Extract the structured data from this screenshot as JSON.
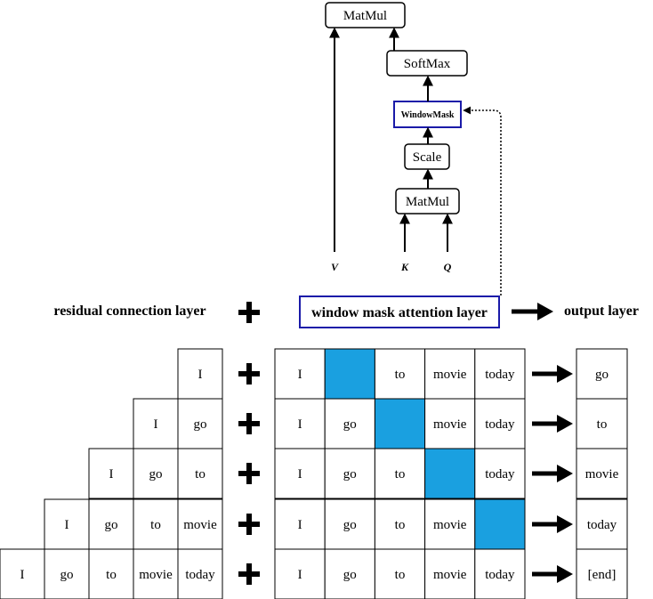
{
  "attention_block": {
    "top_matmul": "MatMul",
    "softmax": "SoftMax",
    "window_mask": "WindowMask",
    "scale": "Scale",
    "bottom_matmul": "MatMul",
    "v_label": "V",
    "k_label": "K",
    "q_label": "Q"
  },
  "header": {
    "residual_label": "residual connection layer",
    "attention_label": "window mask attention layer",
    "output_label": "output layer"
  },
  "rows": [
    {
      "residual": [
        "I"
      ],
      "attention": [
        "I",
        "",
        "to",
        "movie",
        "today"
      ],
      "mask_index": 1,
      "output": "go"
    },
    {
      "residual": [
        "I",
        "go"
      ],
      "attention": [
        "I",
        "go",
        "",
        "movie",
        "today"
      ],
      "mask_index": 2,
      "output": "to"
    },
    {
      "residual": [
        "I",
        "go",
        "to"
      ],
      "attention": [
        "I",
        "go",
        "to",
        "",
        "today"
      ],
      "mask_index": 3,
      "output": "movie"
    },
    {
      "residual": [
        "I",
        "go",
        "to",
        "movie"
      ],
      "attention": [
        "I",
        "go",
        "to",
        "movie",
        ""
      ],
      "mask_index": 4,
      "output": "today"
    },
    {
      "residual": [
        "I",
        "go",
        "to",
        "movie",
        "today"
      ],
      "attention": [
        "I",
        "go",
        "to",
        "movie",
        "today"
      ],
      "mask_index": null,
      "output": "[end]"
    }
  ],
  "colors": {
    "mask_fill": "#1aa0e0",
    "highlight_border": "#1a1aa8"
  }
}
